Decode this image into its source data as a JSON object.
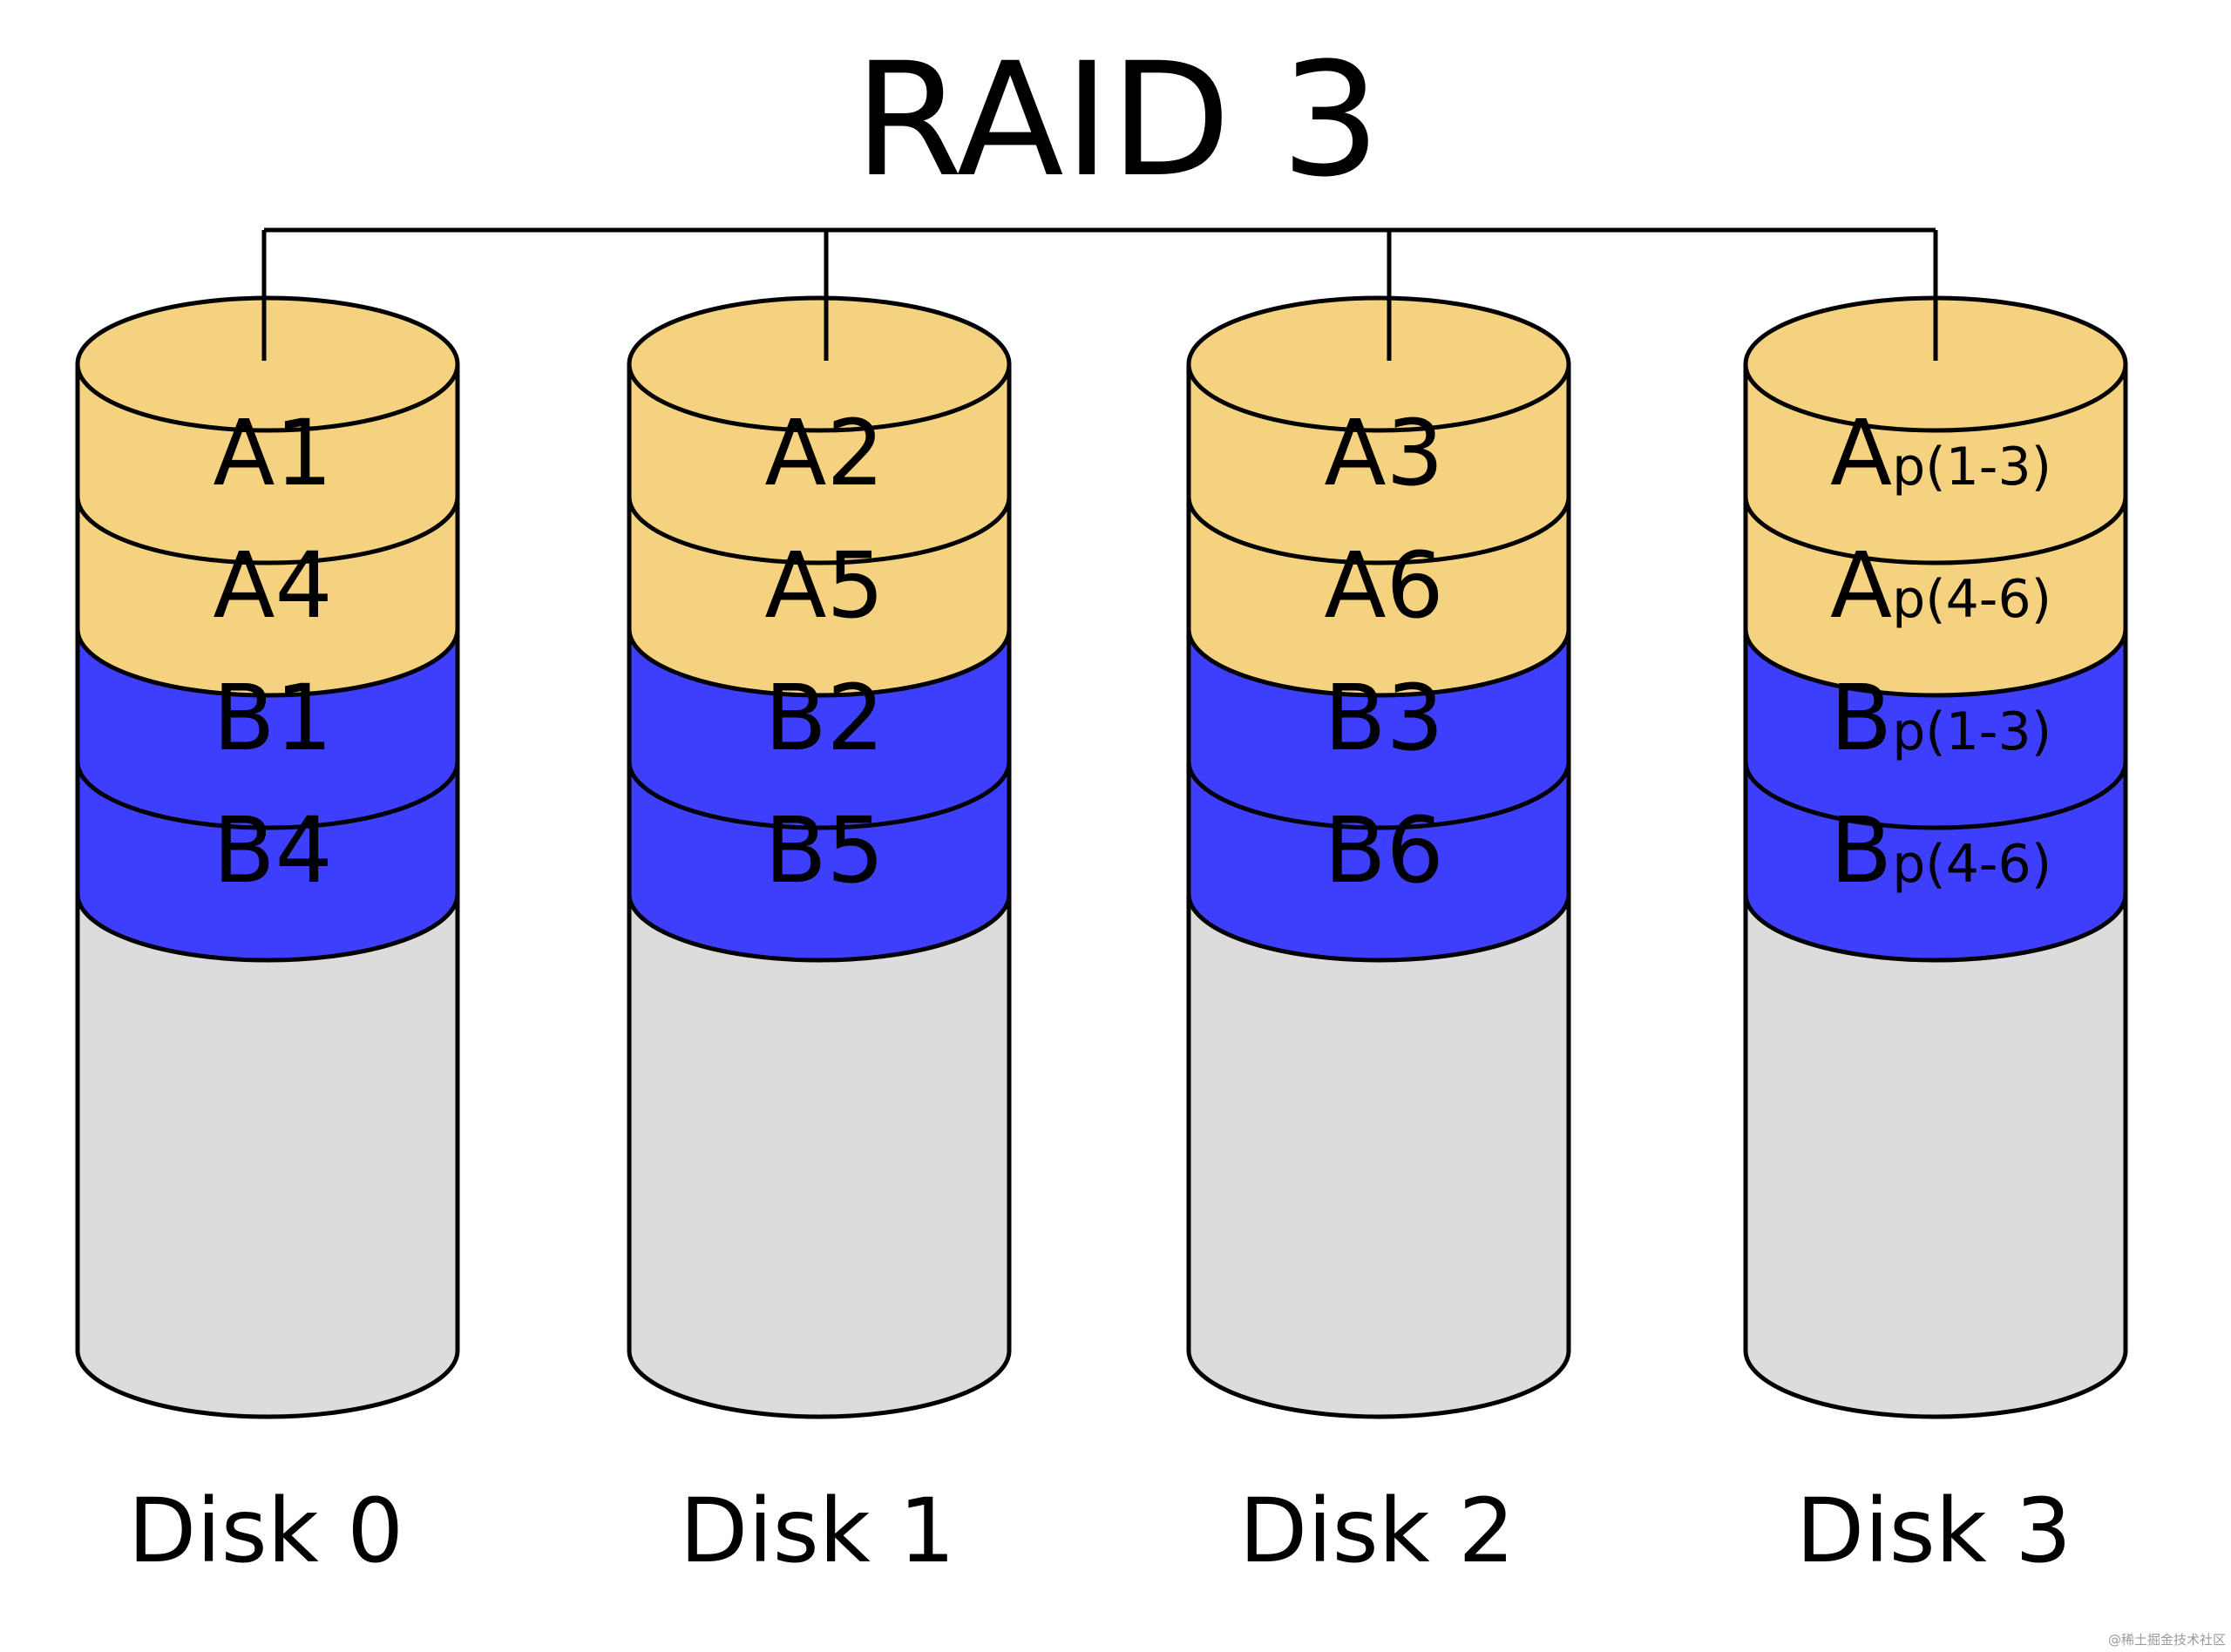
{
  "title": "RAID 3",
  "colors": {
    "stripe_a": "#f4d27f",
    "stripe_b": "#3e3ffc",
    "empty": "#dcdcdc",
    "outline": "#000000"
  },
  "disks": [
    {
      "label": "Disk 0",
      "blocks": [
        {
          "main": "A1",
          "sub": "",
          "group": "a"
        },
        {
          "main": "A4",
          "sub": "",
          "group": "a"
        },
        {
          "main": "B1",
          "sub": "",
          "group": "b"
        },
        {
          "main": "B4",
          "sub": "",
          "group": "b"
        }
      ]
    },
    {
      "label": "Disk 1",
      "blocks": [
        {
          "main": "A2",
          "sub": "",
          "group": "a"
        },
        {
          "main": "A5",
          "sub": "",
          "group": "a"
        },
        {
          "main": "B2",
          "sub": "",
          "group": "b"
        },
        {
          "main": "B5",
          "sub": "",
          "group": "b"
        }
      ]
    },
    {
      "label": "Disk 2",
      "blocks": [
        {
          "main": "A3",
          "sub": "",
          "group": "a"
        },
        {
          "main": "A6",
          "sub": "",
          "group": "a"
        },
        {
          "main": "B3",
          "sub": "",
          "group": "b"
        },
        {
          "main": "B6",
          "sub": "",
          "group": "b"
        }
      ]
    },
    {
      "label": "Disk 3",
      "blocks": [
        {
          "main": "A",
          "sub": "p(1-3)",
          "group": "a"
        },
        {
          "main": "A",
          "sub": "p(4-6)",
          "group": "a"
        },
        {
          "main": "B",
          "sub": "p(1-3)",
          "group": "b"
        },
        {
          "main": "B",
          "sub": "p(4-6)",
          "group": "b"
        }
      ]
    }
  ],
  "watermark": "@稀土掘金技术社区"
}
